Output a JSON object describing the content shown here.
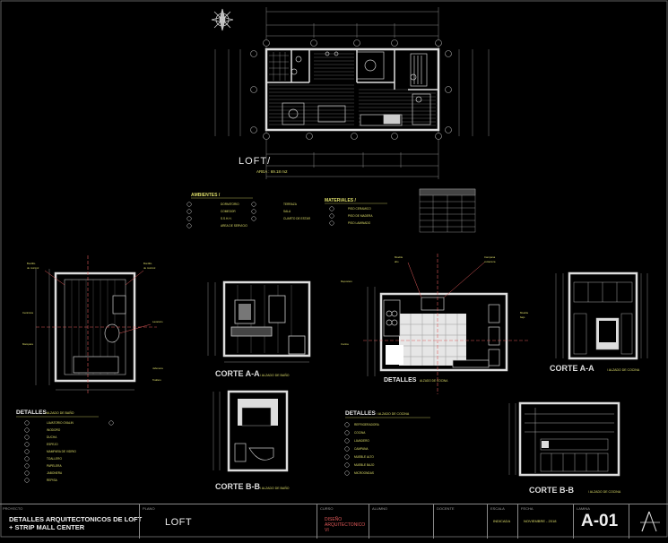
{
  "plan": {
    "title": "LOFT/",
    "area": "AREA : 69.18 m2"
  },
  "legend_ambientes": {
    "title": "AMBIENTES /",
    "items": [
      "DORMITORIO",
      "COMEDOR",
      "S.S.H.H.",
      "AREA DE SERVICIO"
    ],
    "items_b": [
      "TERRAZA",
      "SALA",
      "CUARTO DE ESTAR"
    ]
  },
  "legend_materiales": {
    "title": "MATERIALES /",
    "items": [
      "PISO CERAMICO",
      "PISO DE MADERA",
      "PISO LAMINADO"
    ]
  },
  "sections": {
    "corte_aa_bano": "CORTE A-A",
    "corte_aa_bano_sub": "/ ALZADO DE BAÑO",
    "corte_bb_bano": "CORTE B-B",
    "corte_bb_bano_sub": "/ ALZADO DE BAÑO",
    "corte_aa_cocina": "CORTE A-A",
    "corte_aa_cocina_sub": "/ ALZADO DE COCINA",
    "corte_bb_cocina": "CORTE B-B",
    "corte_bb_cocina_sub": "/ ALZADO DE COCINA"
  },
  "details": {
    "bano_title": "DETALLES",
    "bano_sub": "/ ALZADO DE BAÑO",
    "bano_items": [
      "LAVATORIO OVALIN",
      "INODORO",
      "DUCHA",
      "ESPEJO",
      "MAMPARA DE VIDRIO",
      "TOALLERO",
      "PAPELERA",
      "JABONERA",
      "REPISA"
    ],
    "cocina_title": "DETALLES",
    "cocina_sub": "/ ALZADO DE COCINA",
    "cocina_items": [
      "REFRIGERADORA",
      "COCINA",
      "LAVADERO",
      "CAMPANA",
      "MUEBLE ALTO",
      "MUEBLE BAJO",
      "MICROONDAS"
    ]
  },
  "titleblock": {
    "project_label": "PROYECTO",
    "project": "DETALLES ARQUITECTONICOS DE LOFT + STRIP MALL CENTER",
    "plan_label": "PLANO",
    "plan": "LOFT",
    "course_label": "CURSO",
    "course": "DISEÑO ARQUITECTONICO VI",
    "student_label": "ALUMNO",
    "student": "",
    "teacher_label": "DOCENTE",
    "teacher": "",
    "scale_label": "ESCALA",
    "scale": "INDICADA",
    "date_label": "FECHA",
    "date": "NOVIEMBRE - 2018",
    "sheet_label": "LAMINA",
    "sheet": "A-01"
  }
}
